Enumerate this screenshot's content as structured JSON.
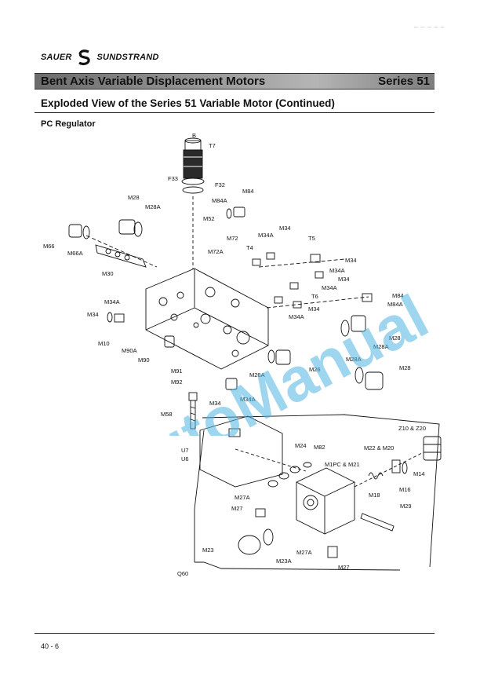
{
  "brand": {
    "name": "SAUER SUNDSTRAND",
    "left": "SAUER",
    "right": "SUNDSTRAND"
  },
  "banner": {
    "title": "Bent Axis Variable Displacement Motors",
    "series": "Series 51"
  },
  "heading": "Exploded View of the Series 51 Variable Motor (Continued)",
  "subheading": "PC Regulator",
  "watermark": "AutoManual",
  "page_number": "40 - 6",
  "labels": {
    "T7": "T7",
    "F33": "F33",
    "F32": "F32",
    "M28": "M28",
    "M28A": "M28A",
    "M84": "M84",
    "M84A": "M84A",
    "M52": "M52",
    "M66": "M66",
    "M66A": "M66A",
    "M30": "M30",
    "M72": "M72",
    "M72A": "M72A",
    "T4": "T4",
    "M34A": "M34A",
    "M34": "M34",
    "T5": "T5",
    "T6": "T6",
    "M10": "M10",
    "M90A": "M90A",
    "M90": "M90",
    "M91": "M91",
    "M92": "M92",
    "M26A": "M26A",
    "M26": "M26",
    "M58": "M58",
    "Z10Z20": "Z10 & Z20",
    "U7": "U7",
    "U6": "U6",
    "M24": "M24",
    "M82": "M82",
    "M22M20": "M22 & M20",
    "M1PCM21": "M1PC & M21",
    "M14": "M14",
    "M16": "M16",
    "M18": "M18",
    "M27A": "M27A",
    "M27": "M27",
    "M29": "M29",
    "M23": "M23",
    "M23A": "M23A",
    "Q60": "Q60",
    "B": "B"
  }
}
